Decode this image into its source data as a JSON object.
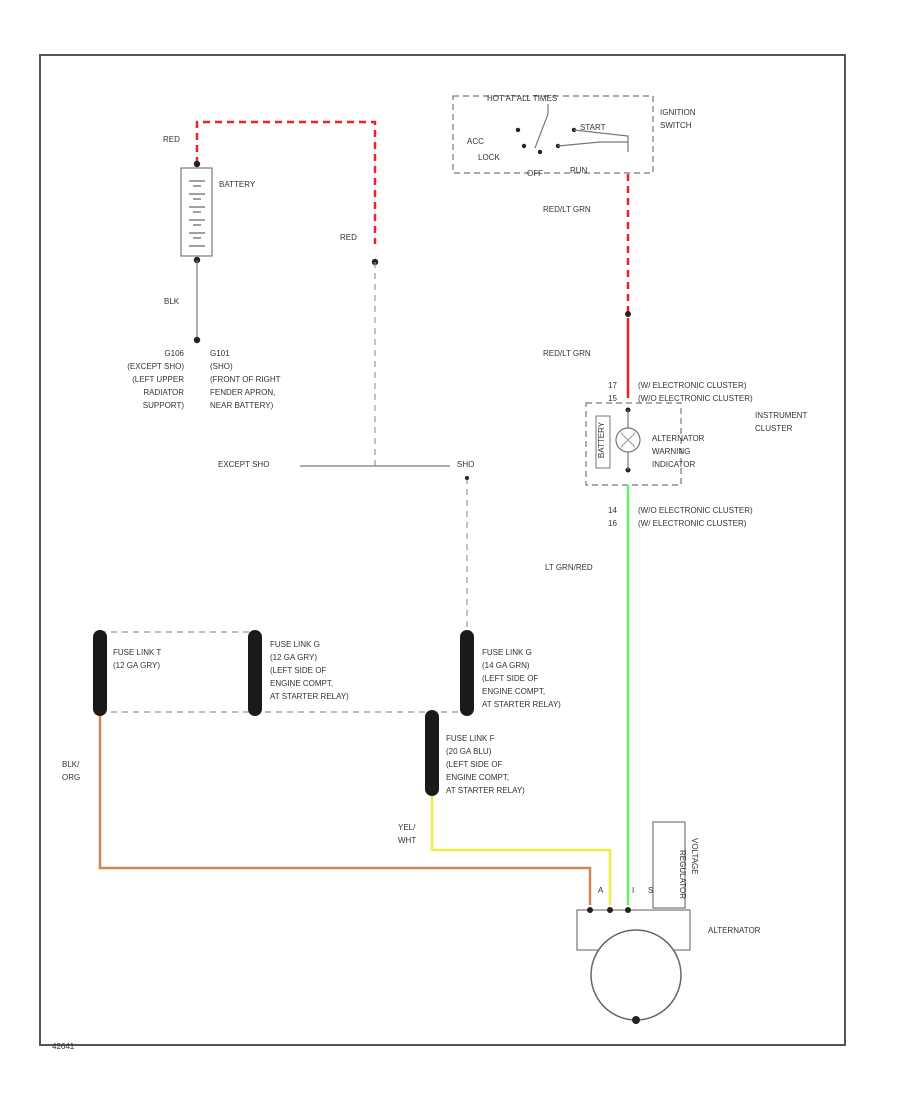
{
  "colors": {
    "red_wire": "#ee2222",
    "green_wire": "#66ee66",
    "yellow_wire": "#eeee44",
    "orange_wire": "#cc8855",
    "fuse_link": "#1a1a1a",
    "frame": "#555555"
  },
  "battery": {
    "label": "BATTERY",
    "wire_top": "RED",
    "wire_bottom": "BLK"
  },
  "grounds": {
    "g1": [
      "G106",
      "(EXCEPT SHO)",
      "(LEFT UPPER",
      "RADIATOR",
      "SUPPORT)"
    ],
    "g2": [
      "G101",
      "(SHO)",
      "(FRONT OF RIGHT",
      "FENDER APRON,",
      "NEAR BATTERY)"
    ]
  },
  "red_drop_label": "RED",
  "branch": {
    "left": "EXCEPT SHO",
    "right": "SHO"
  },
  "ignition": {
    "hot_label": "HOT AT ALL TIMES",
    "switch_label": [
      "IGNITION",
      "SWITCH"
    ],
    "positions": {
      "acc": "ACC",
      "lock": "LOCK",
      "off": "OFF",
      "run": "RUN",
      "start": "START"
    }
  },
  "wire_labels": {
    "red_lt_grn_top": "RED/LT GRN",
    "red_lt_grn_bottom": "RED/LT GRN",
    "lt_grn_red": "LT GRN/RED"
  },
  "cluster": {
    "label": [
      "INSTRUMENT",
      "CLUSTER"
    ],
    "indicator": [
      "ALTERNATOR",
      "WARNING",
      "INDICATOR"
    ],
    "side_label": "BATTERY",
    "top_pins": [
      "17",
      "15"
    ],
    "top_notes": [
      "(W/ ELECTRONIC CLUSTER)",
      "(W/O ELECTRONIC CLUSTER)"
    ],
    "bottom_pins": [
      "14",
      "16"
    ],
    "bottom_notes": [
      "(W/O ELECTRONIC CLUSTER)",
      "(W/ ELECTRONIC CLUSTER)"
    ]
  },
  "fuse_links": {
    "t": [
      "FUSE LINK T",
      "(12 GA GRY)"
    ],
    "g": [
      "FUSE LINK G",
      "(12 GA GRY)",
      "(LEFT SIDE OF",
      "ENGINE COMPT,",
      "AT STARTER RELAY)"
    ],
    "g2": [
      "FUSE LINK G",
      "(14 GA GRN)",
      "(LEFT SIDE OF",
      "ENGINE COMPT,",
      "AT STARTER RELAY)"
    ],
    "f": [
      "FUSE LINK F",
      "(20 GA BLU)",
      "(LEFT SIDE OF",
      "ENGINE COMPT,",
      "AT STARTER RELAY)"
    ]
  },
  "bottom_wires": {
    "blk_org": [
      "BLK/",
      "ORG"
    ],
    "yel_wht": [
      "YEL/",
      "WHT"
    ]
  },
  "alternator": {
    "label": "ALTERNATOR",
    "pin_a": "A",
    "pin_i": "I",
    "pin_s": "S",
    "regulator_note": [
      "VOLTAGE",
      "REGULATOR"
    ]
  },
  "figure_id": "42641"
}
